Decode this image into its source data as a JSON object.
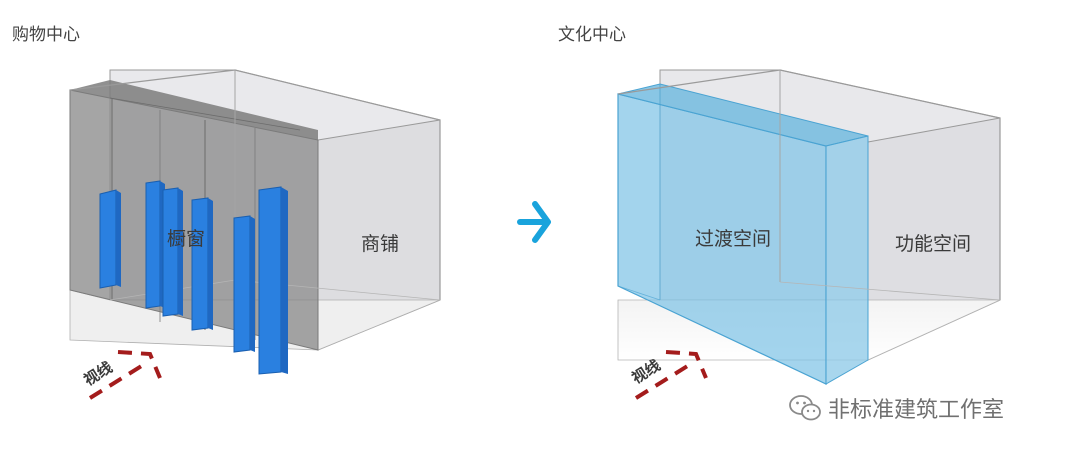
{
  "left_panel": {
    "title": "购物中心",
    "window_label": "橱窗",
    "shop_label": "商铺",
    "sightline_label": "视线"
  },
  "right_panel": {
    "title": "文化中心",
    "transition_label": "过渡空间",
    "function_label": "功能空间",
    "sightline_label": "视线"
  },
  "watermark": {
    "text": "非标准建筑工作室",
    "icon": "wechat-icon"
  },
  "colors": {
    "box_line": "#9a9a9a",
    "dark_zone": "#8a8a8a",
    "display_glass": "#2a80e0",
    "transition_glass": "#7fc4e6",
    "arrow": "#19a3dc",
    "sightline": "#a41c1c"
  }
}
